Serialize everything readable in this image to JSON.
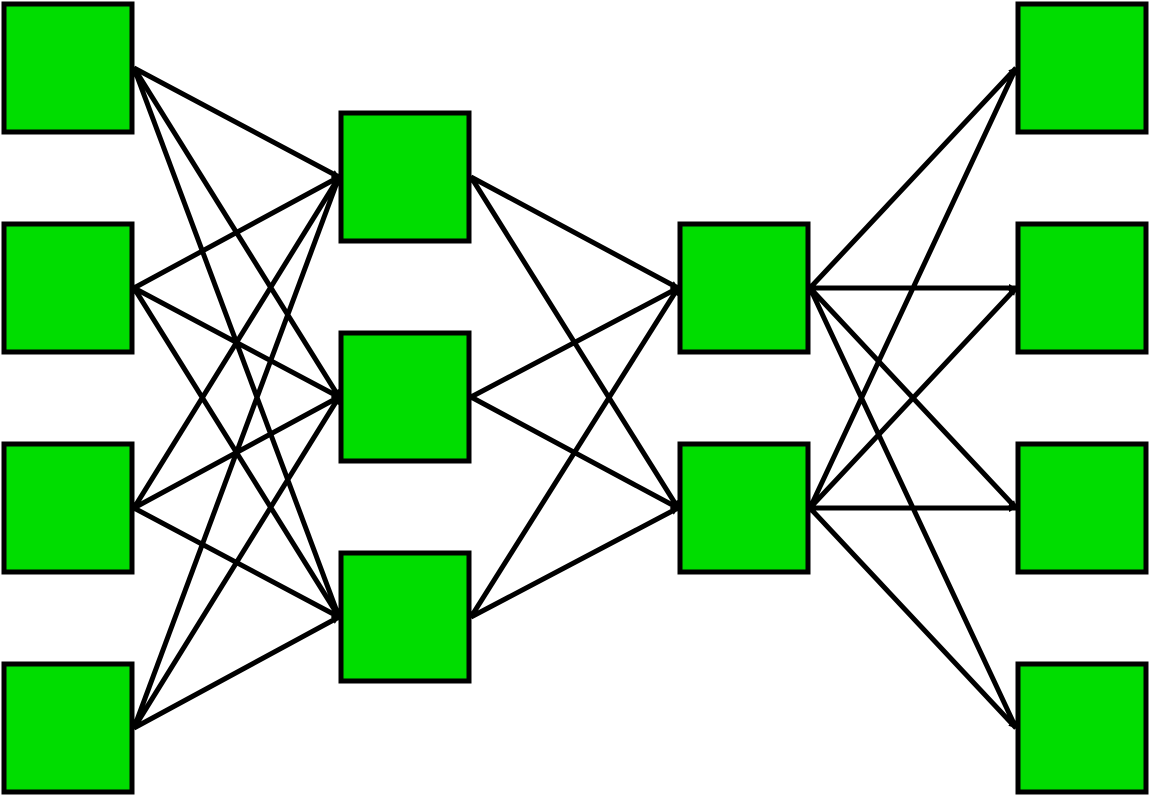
{
  "diagram": {
    "type": "layered-network",
    "node_color": "#00dd00",
    "node_border_color": "#000000",
    "edge_color": "#000000",
    "background_color": "#ffffff",
    "layers": [
      {
        "id": "layer-1",
        "node_count": 4
      },
      {
        "id": "layer-2",
        "node_count": 3
      },
      {
        "id": "layer-3",
        "node_count": 2
      },
      {
        "id": "layer-4",
        "node_count": 4
      }
    ],
    "connectivity": "fully-connected-between-adjacent-layers",
    "edge_direction": "left-to-right",
    "arrowheads": true
  }
}
